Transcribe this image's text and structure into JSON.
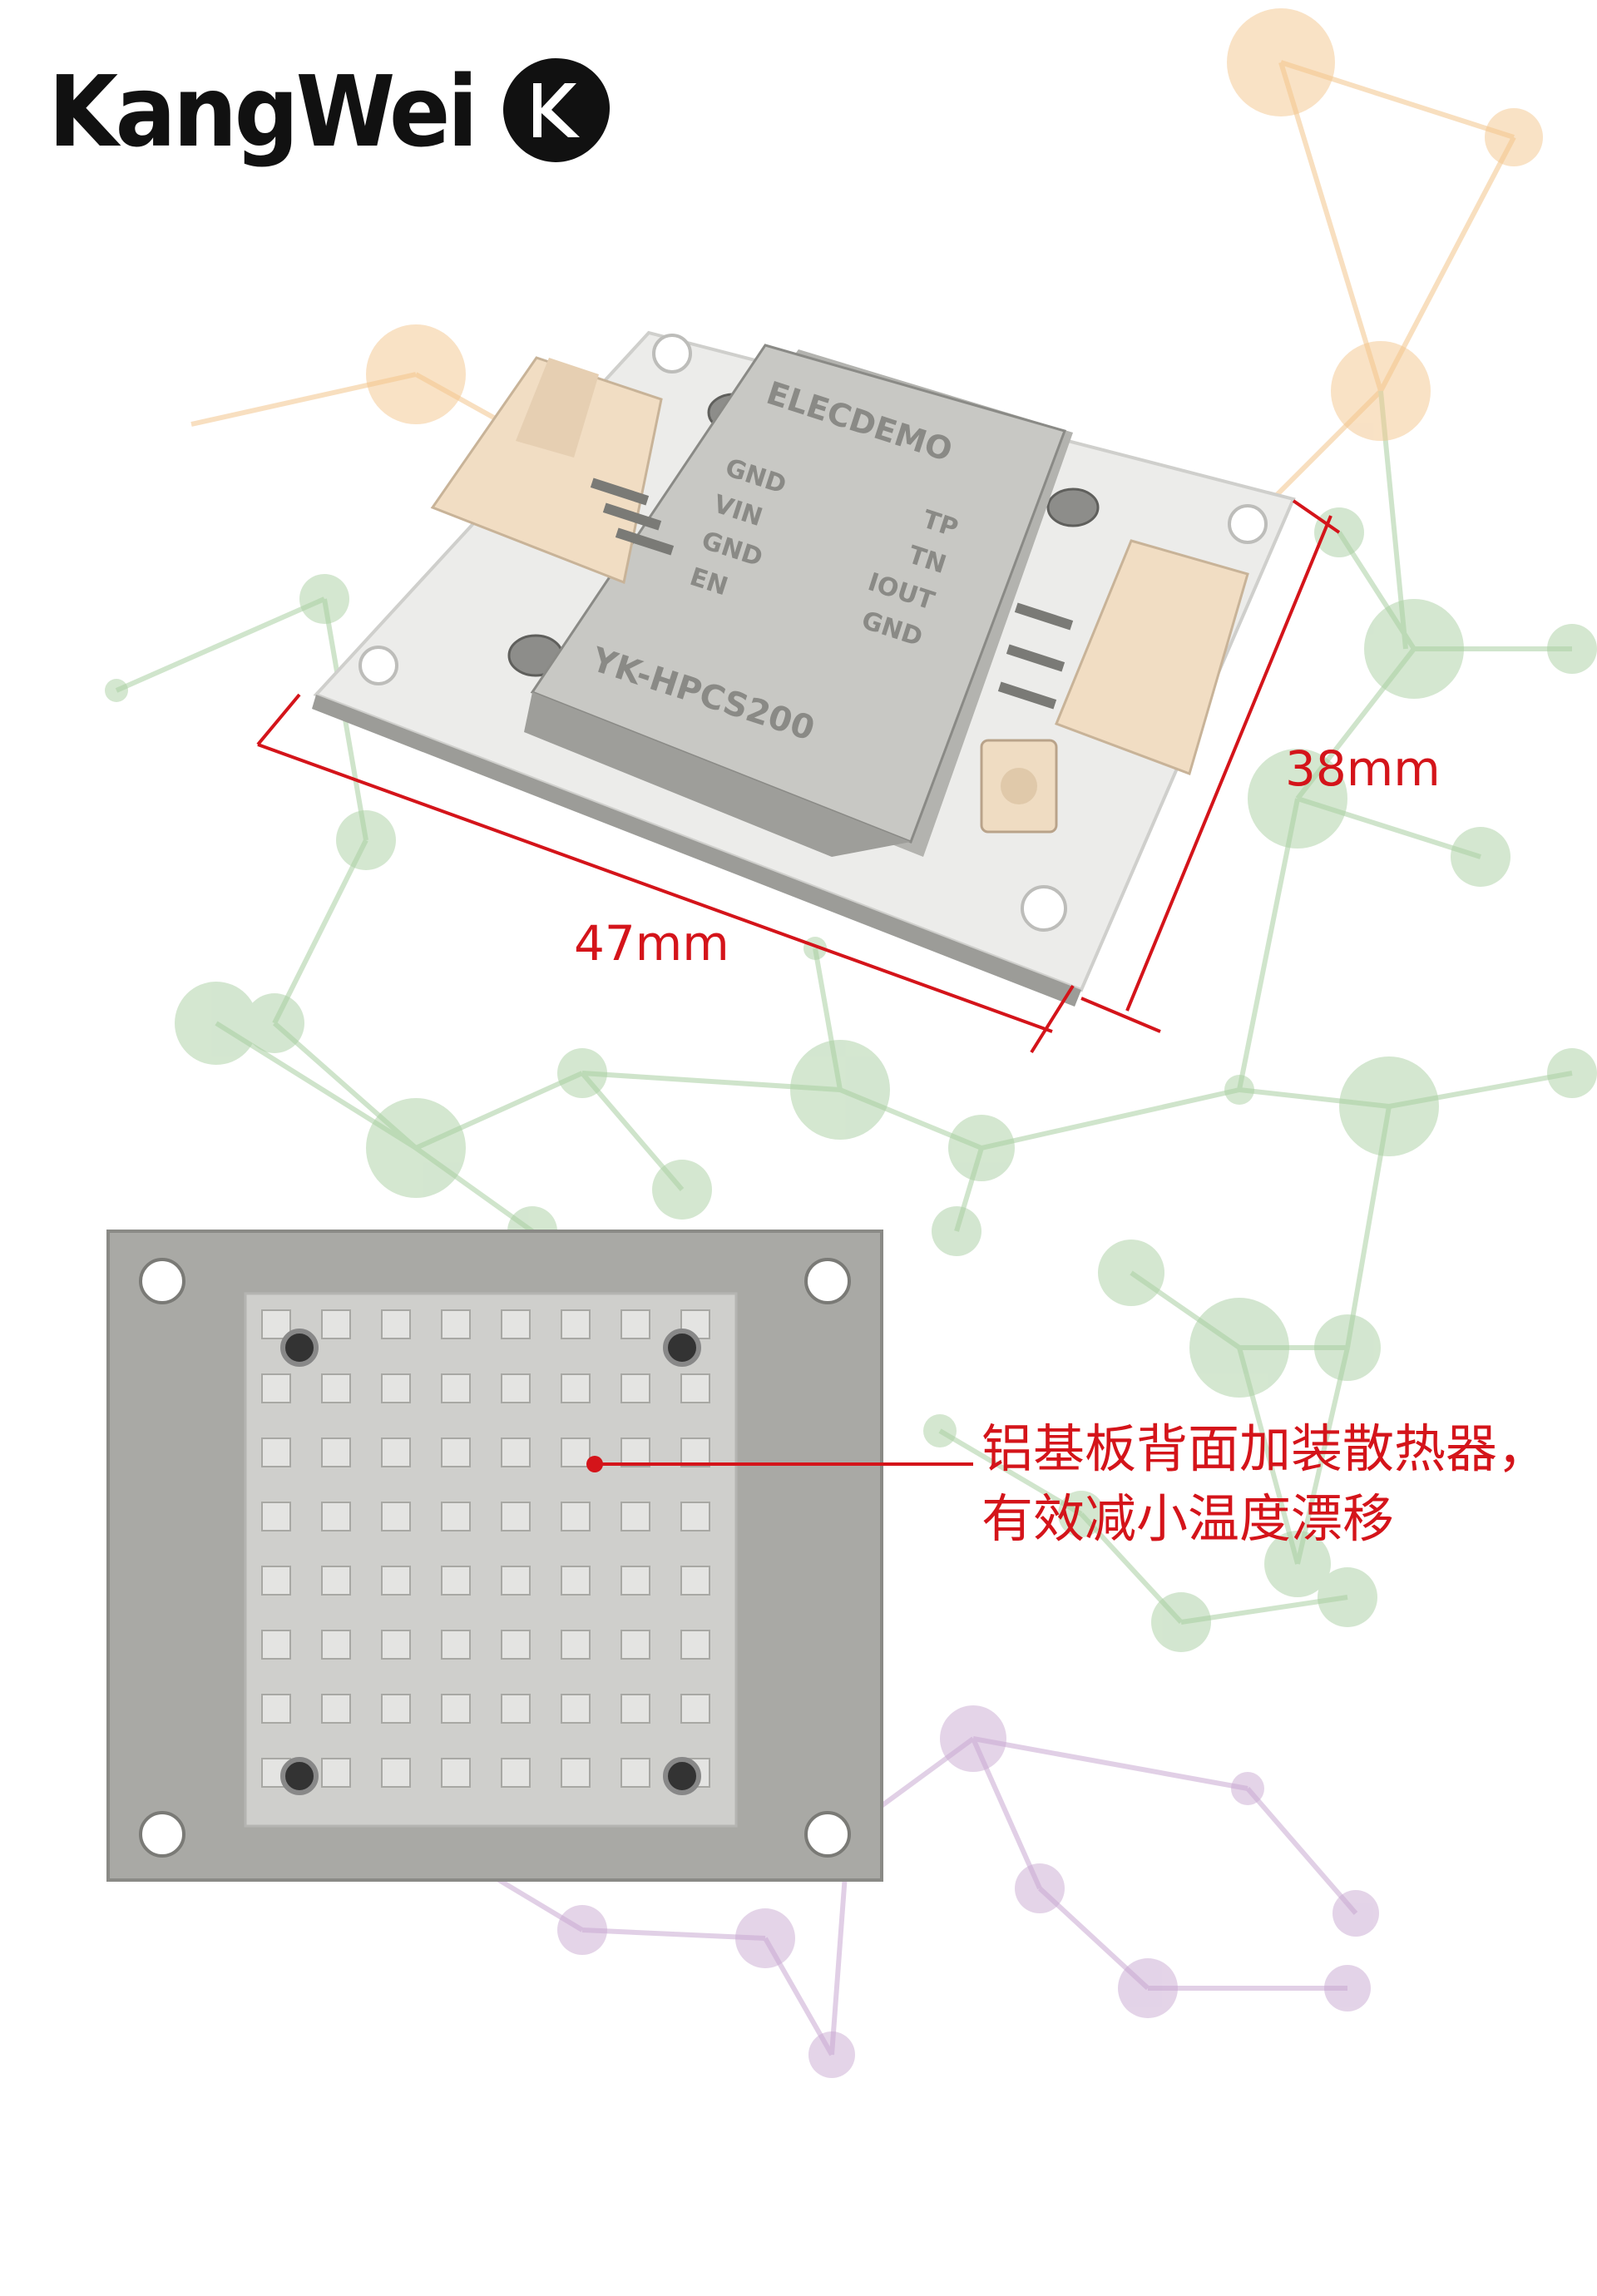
{
  "brand": {
    "name": "KangWei",
    "mark": "K"
  },
  "module": {
    "brand_print": "ELECDEMO",
    "model_print": "YK-HPCS200",
    "left_pins": [
      "GND",
      "VIN",
      "GND",
      "EN"
    ],
    "right_pins": [
      "TP",
      "TN",
      "IOUT",
      "GND"
    ]
  },
  "dimensions": {
    "width_label": "47mm",
    "height_label": "38mm"
  },
  "annotation": {
    "line1": "铝基板背面加装散热器，",
    "line2": "有效减小温度漂移"
  },
  "colors": {
    "accent": "#d4141a",
    "board": "#e8e8e6",
    "shield": "#b8b8b4",
    "plate": "#a9a9a5"
  }
}
